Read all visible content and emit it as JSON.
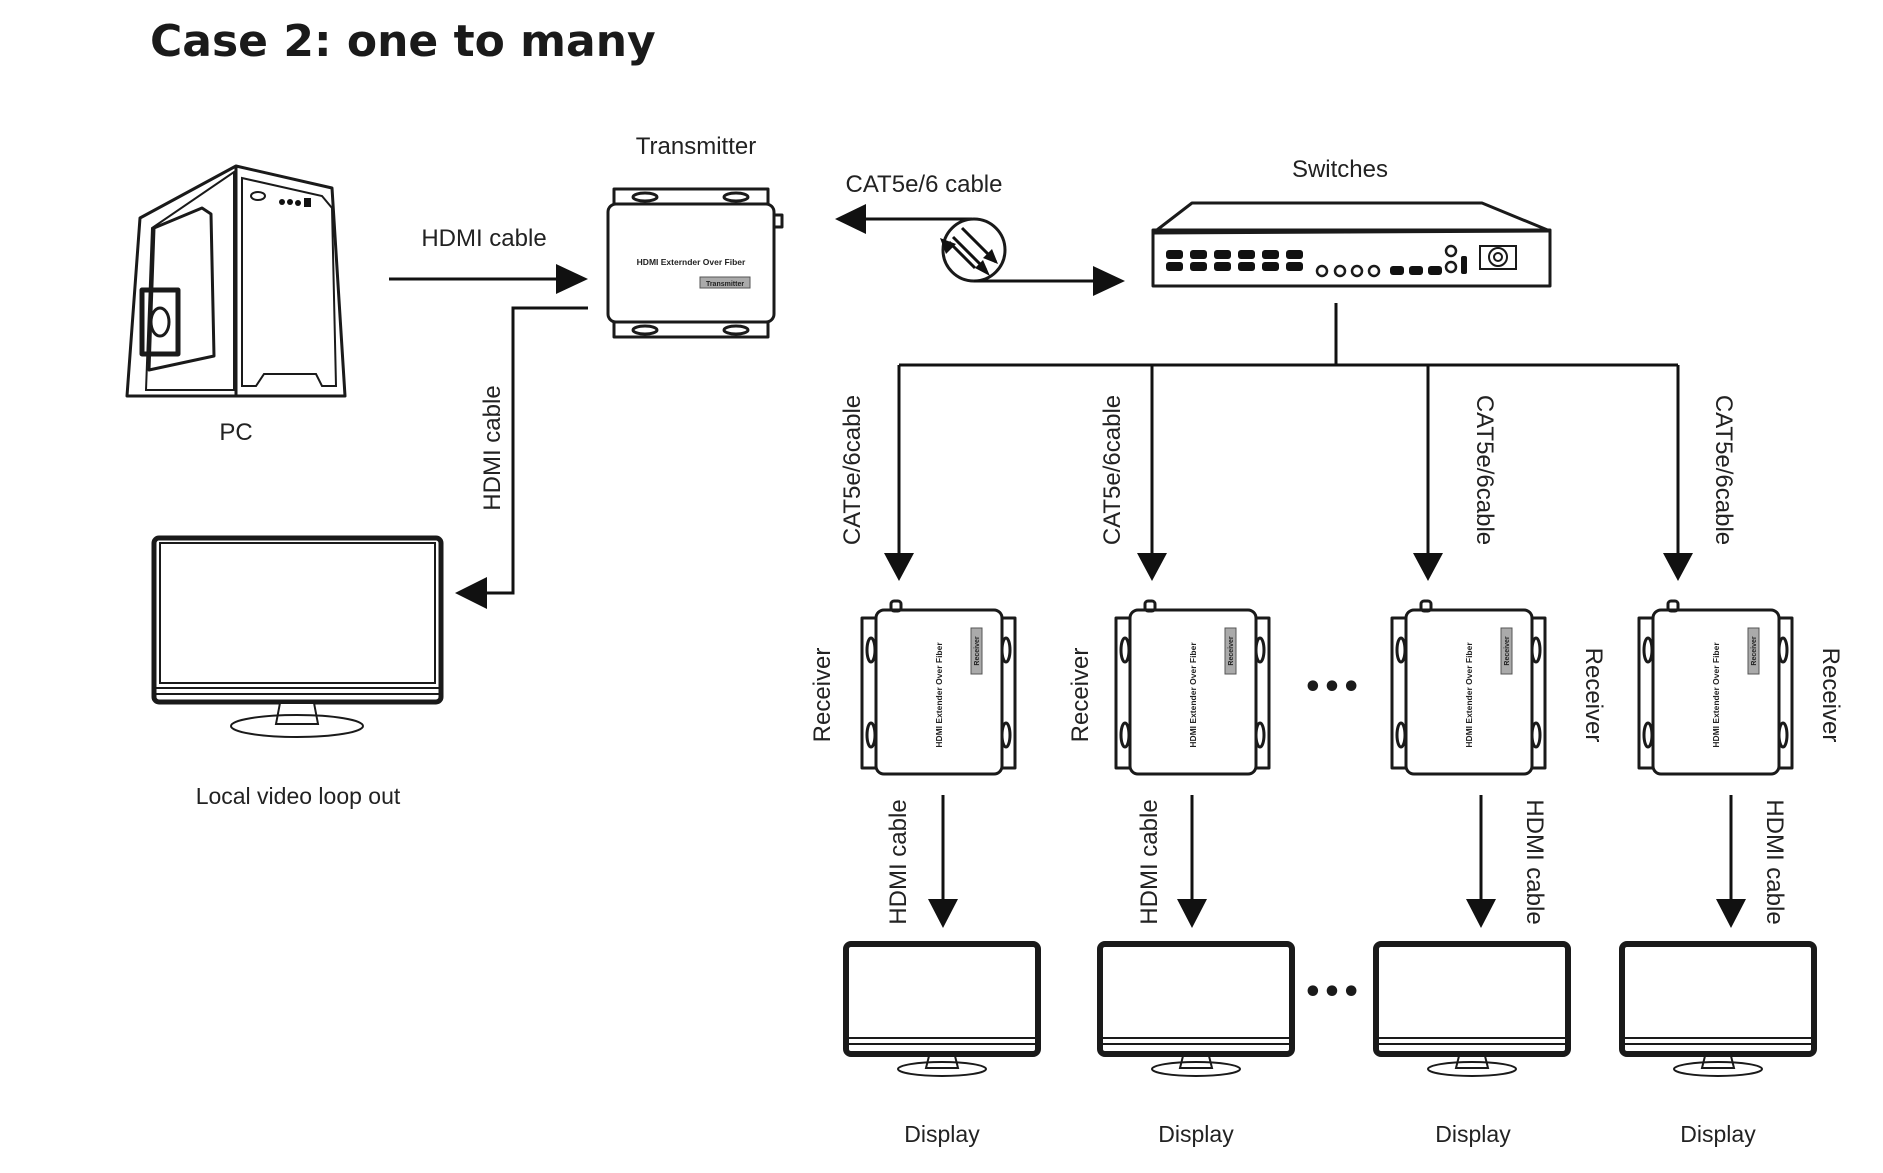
{
  "title": "Case 2: one to many",
  "nodes": {
    "pc": {
      "label": "PC",
      "icon": "pc-tower-icon"
    },
    "local_monitor": {
      "label": "Local video loop out",
      "icon": "monitor-icon"
    },
    "transmitter": {
      "label": "Transmitter",
      "device_text": "HDMI Externder Over Fiber",
      "badge": "Transmitter",
      "icon": "extender-box-icon"
    },
    "switch": {
      "label": "Switches",
      "icon": "network-switch-icon"
    },
    "receivers": [
      {
        "label": "Receiver",
        "device_text": "HDMI Extender Over Fiber",
        "badge": "Receiver"
      },
      {
        "label": "Receiver",
        "device_text": "HDMI Extender Over Fiber",
        "badge": "Receiver"
      },
      {
        "label": "Receiver",
        "device_text": "HDMI Extender Over Fiber",
        "badge": "Receiver"
      },
      {
        "label": "Receiver",
        "device_text": "HDMI Extender Over Fiber",
        "badge": "Receiver"
      }
    ],
    "displays": [
      {
        "label": "Display"
      },
      {
        "label": "Display"
      },
      {
        "label": "Display"
      },
      {
        "label": "Display"
      }
    ]
  },
  "edges": {
    "pc_to_transmitter": "HDMI cable",
    "transmitter_to_local": "HDMI cable",
    "transmitter_to_switch": "CAT5e/6 cable",
    "switch_to_receivers": [
      "CAT5e/6cable",
      "CAT5e/6cable",
      "CAT5e/6cable",
      "CAT5e/6cable"
    ],
    "receivers_to_displays": [
      "HDMI cable",
      "HDMI cable",
      "HDMI cable",
      "HDMI cable"
    ]
  },
  "ellipsis": "•••"
}
